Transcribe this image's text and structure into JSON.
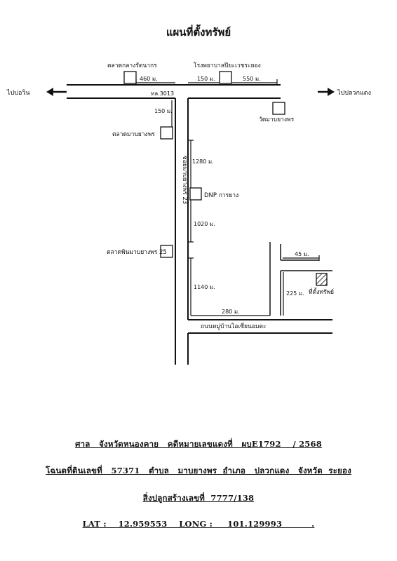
{
  "page_title": "แผนที่ตั้งทรัพย์",
  "map": {
    "left_direction": "ไปบ่อวิน",
    "right_direction": "ไปปลวกแดง",
    "main_road": "ทล.3013",
    "market_central": "ตลาดกลางรัตนากร",
    "hospital": "โรงพยาบาลปิยะเวชระยอง",
    "temple": "วัดมาบยางพร",
    "market_mab": "ตลาดมาบยางพร",
    "market_phin": "ตลาดพินมาบยางพร 25",
    "dnp": "DNP การยาง",
    "soi": "ซอยมาบยางพร 23",
    "village_road": "ถนนหมู่บ้านไอเซี่ยนอมตะ",
    "property": "ที่ตั้งทรัพย์",
    "dist_460": "460 ม.",
    "dist_150_top": "150 ม.",
    "dist_550": "550 ม.",
    "dist_150_side": "150 ม.",
    "dist_1280": "1280 ม.",
    "dist_1020": "1020 ม.",
    "dist_1140": "1140 ม.",
    "dist_280": "280 ม.",
    "dist_45": "45 ม.",
    "dist_225": "225 ม."
  },
  "info": {
    "court_line": "ศาล   จังหวัดหนองคาย   คดีหมายเลขแดงที่   ผบE1792    / 2568",
    "deed_line": "โฉนดที่ดินเลขที่   57371   ตำบล   มาบยางพร  อำเภอ   ปลวกแดง   จังหวัด  ระยอง",
    "building_line": "สิ่งปลูกสร้างเลขที่  7777/138",
    "coord_line": "LAT :    12.959553    LONG :     101.129993          ."
  }
}
